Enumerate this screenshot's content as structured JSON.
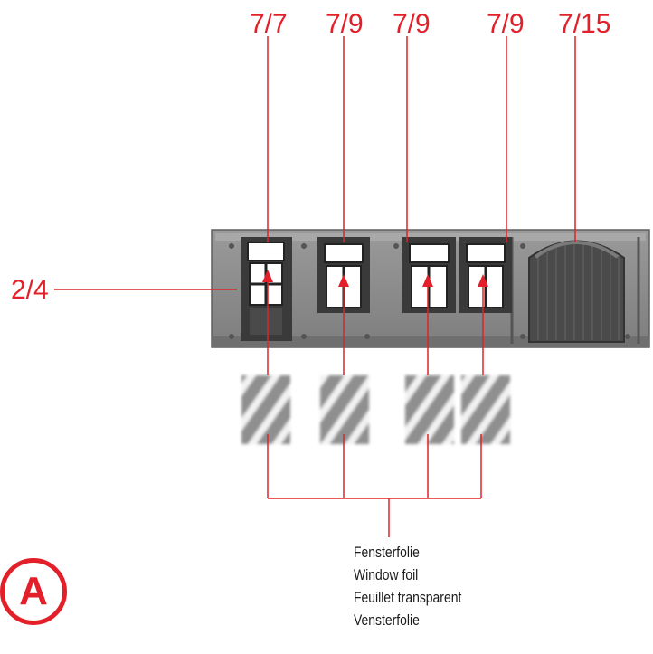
{
  "part_labels": {
    "door_left": "7/7",
    "window_1": "7/9",
    "window_2": "7/9",
    "window_3": "7/9",
    "gate": "7/15",
    "side": "2/4"
  },
  "foil_caption": {
    "line_de": "Fensterfolie",
    "line_en": "Window foil",
    "line_fr": "Feuillet transparent",
    "line_nl": "Vensterfolie"
  },
  "step_badge": "A",
  "colors": {
    "leader": "#e3202a",
    "wall": "#8a8a8a",
    "wall_dark": "#555555"
  }
}
